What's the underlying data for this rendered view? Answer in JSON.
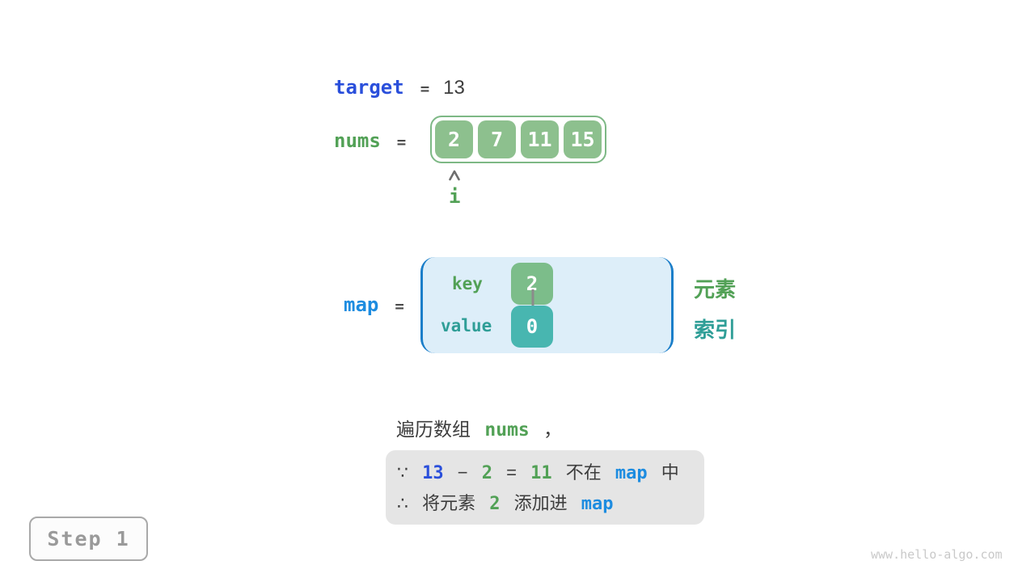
{
  "palette": {
    "royal_blue": "#2a4fdb",
    "dodger_blue": "#1d8ce0",
    "bracket_blue": "#1b7ec9",
    "green_text": "#52a156",
    "teal_text": "#2f9e97",
    "array_box_green": "#8dc08e",
    "array_border_green": "#7db885",
    "key_box_green": "#7cbd8a",
    "value_box_teal": "#48b6b0",
    "map_bg": "#ddeef9",
    "dark_text": "#3d3d3d",
    "note_bg": "#e5e5e5",
    "arrow_gray": "#8b8b8b",
    "step_text": "#9a9a9a",
    "watermark_gray": "#c9c9c9"
  },
  "target_row": {
    "label": "target",
    "equals": "=",
    "value": "13"
  },
  "nums_row": {
    "label": "nums",
    "equals": "=",
    "cells": [
      "2",
      "7",
      "11",
      "15"
    ],
    "pointer_label": "i"
  },
  "map_row": {
    "label": "map",
    "equals": "=",
    "key_label": "key",
    "key_value": "2",
    "value_label": "value",
    "value_value": "0",
    "element_label": "元素",
    "index_label": "索引"
  },
  "caption": {
    "text": "遍历数组",
    "code": "nums",
    "comma": "，"
  },
  "note_box": {
    "line1": {
      "because": "∵",
      "minuend": "13",
      "minus": "−",
      "subtrahend": "2",
      "equals": "=",
      "difference": "11",
      "not_in": "不在",
      "map": "map",
      "in_suffix": "中"
    },
    "line2": {
      "therefore": "∴",
      "prefix": "将元素",
      "element": "2",
      "action": "添加进",
      "map": "map"
    }
  },
  "step_badge": {
    "label": "Step 1"
  },
  "watermark": {
    "text": "www.hello-algo.com"
  }
}
